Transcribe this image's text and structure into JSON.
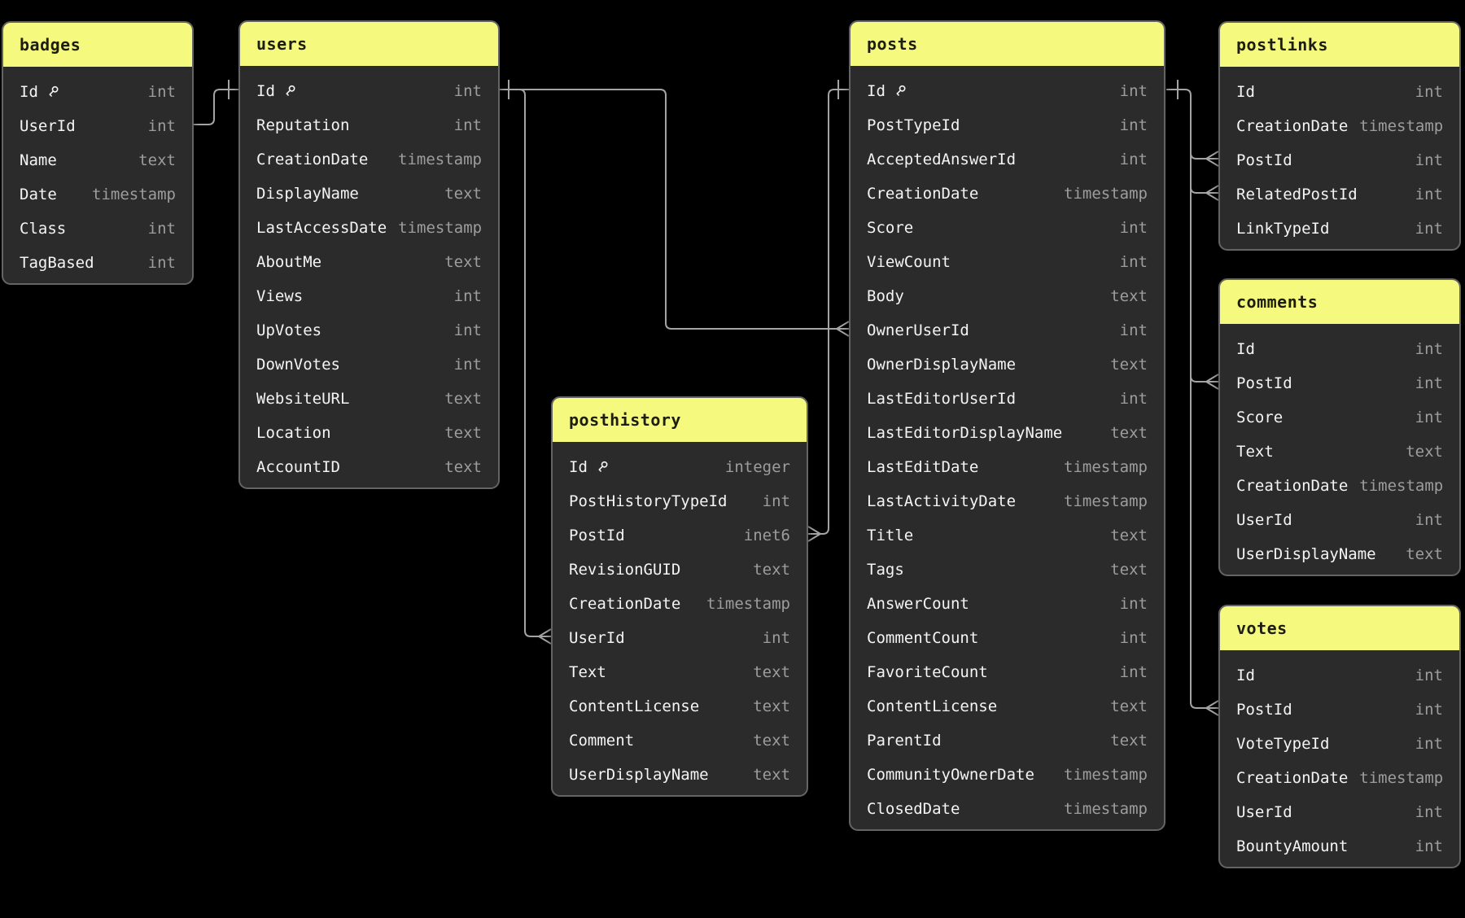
{
  "diagram": {
    "kind": "entity-relationship-schema",
    "colors": {
      "background": "#000000",
      "header_fill": "#f5f97e",
      "header_text": "#1d1d12",
      "card_fill": "#2b2b2b",
      "card_border": "#646464",
      "name_text": "#f4f4f4",
      "type_text": "#9d9d9d",
      "connector": "#a4a4a4"
    },
    "tables": [
      {
        "title": "badges",
        "columns": [
          {
            "name": "Id",
            "type": "int",
            "key": true
          },
          {
            "name": "UserId",
            "type": "int",
            "key": false
          },
          {
            "name": "Name",
            "type": "text",
            "key": false
          },
          {
            "name": "Date",
            "type": "timestamp",
            "key": false
          },
          {
            "name": "Class",
            "type": "int",
            "key": false
          },
          {
            "name": "TagBased",
            "type": "int",
            "key": false
          }
        ]
      },
      {
        "title": "users",
        "columns": [
          {
            "name": "Id",
            "type": "int",
            "key": true
          },
          {
            "name": "Reputation",
            "type": "int",
            "key": false
          },
          {
            "name": "CreationDate",
            "type": "timestamp",
            "key": false
          },
          {
            "name": "DisplayName",
            "type": "text",
            "key": false
          },
          {
            "name": "LastAccessDate",
            "type": "timestamp",
            "key": false
          },
          {
            "name": "AboutMe",
            "type": "text",
            "key": false
          },
          {
            "name": "Views",
            "type": "int",
            "key": false
          },
          {
            "name": "UpVotes",
            "type": "int",
            "key": false
          },
          {
            "name": "DownVotes",
            "type": "int",
            "key": false
          },
          {
            "name": "WebsiteURL",
            "type": "text",
            "key": false
          },
          {
            "name": "Location",
            "type": "text",
            "key": false
          },
          {
            "name": "AccountID",
            "type": "text",
            "key": false
          }
        ]
      },
      {
        "title": "posthistory",
        "columns": [
          {
            "name": "Id",
            "type": "integer",
            "key": true
          },
          {
            "name": "PostHistoryTypeId",
            "type": "int",
            "key": false
          },
          {
            "name": "PostId",
            "type": "inet6",
            "key": false
          },
          {
            "name": "RevisionGUID",
            "type": "text",
            "key": false
          },
          {
            "name": "CreationDate",
            "type": "timestamp",
            "key": false
          },
          {
            "name": "UserId",
            "type": "int",
            "key": false
          },
          {
            "name": "Text",
            "type": "text",
            "key": false
          },
          {
            "name": "ContentLicense",
            "type": "text",
            "key": false
          },
          {
            "name": "Comment",
            "type": "text",
            "key": false
          },
          {
            "name": "UserDisplayName",
            "type": "text",
            "key": false
          }
        ]
      },
      {
        "title": "posts",
        "columns": [
          {
            "name": "Id",
            "type": "int",
            "key": true
          },
          {
            "name": "PostTypeId",
            "type": "int",
            "key": false
          },
          {
            "name": "AcceptedAnswerId",
            "type": "int",
            "key": false
          },
          {
            "name": "CreationDate",
            "type": "timestamp",
            "key": false
          },
          {
            "name": "Score",
            "type": "int",
            "key": false
          },
          {
            "name": "ViewCount",
            "type": "int",
            "key": false
          },
          {
            "name": "Body",
            "type": "text",
            "key": false
          },
          {
            "name": "OwnerUserId",
            "type": "int",
            "key": false
          },
          {
            "name": "OwnerDisplayName",
            "type": "text",
            "key": false
          },
          {
            "name": "LastEditorUserId",
            "type": "int",
            "key": false
          },
          {
            "name": "LastEditorDisplayName",
            "type": "text",
            "key": false
          },
          {
            "name": "LastEditDate",
            "type": "timestamp",
            "key": false
          },
          {
            "name": "LastActivityDate",
            "type": "timestamp",
            "key": false
          },
          {
            "name": "Title",
            "type": "text",
            "key": false
          },
          {
            "name": "Tags",
            "type": "text",
            "key": false
          },
          {
            "name": "AnswerCount",
            "type": "int",
            "key": false
          },
          {
            "name": "CommentCount",
            "type": "int",
            "key": false
          },
          {
            "name": "FavoriteCount",
            "type": "int",
            "key": false
          },
          {
            "name": "ContentLicense",
            "type": "text",
            "key": false
          },
          {
            "name": "ParentId",
            "type": "text",
            "key": false
          },
          {
            "name": "CommunityOwnerDate",
            "type": "timestamp",
            "key": false
          },
          {
            "name": "ClosedDate",
            "type": "timestamp",
            "key": false
          }
        ]
      },
      {
        "title": "postlinks",
        "columns": [
          {
            "name": "Id",
            "type": "int",
            "key": false
          },
          {
            "name": "CreationDate",
            "type": "timestamp",
            "key": false
          },
          {
            "name": "PostId",
            "type": "int",
            "key": false
          },
          {
            "name": "RelatedPostId",
            "type": "int",
            "key": false
          },
          {
            "name": "LinkTypeId",
            "type": "int",
            "key": false
          }
        ]
      },
      {
        "title": "comments",
        "columns": [
          {
            "name": "Id",
            "type": "int",
            "key": false
          },
          {
            "name": "PostId",
            "type": "int",
            "key": false
          },
          {
            "name": "Score",
            "type": "int",
            "key": false
          },
          {
            "name": "Text",
            "type": "text",
            "key": false
          },
          {
            "name": "CreationDate",
            "type": "timestamp",
            "key": false
          },
          {
            "name": "UserId",
            "type": "int",
            "key": false
          },
          {
            "name": "UserDisplayName",
            "type": "text",
            "key": false
          }
        ]
      },
      {
        "title": "votes",
        "columns": [
          {
            "name": "Id",
            "type": "int",
            "key": false
          },
          {
            "name": "PostId",
            "type": "int",
            "key": false
          },
          {
            "name": "VoteTypeId",
            "type": "int",
            "key": false
          },
          {
            "name": "CreationDate",
            "type": "timestamp",
            "key": false
          },
          {
            "name": "UserId",
            "type": "int",
            "key": false
          },
          {
            "name": "BountyAmount",
            "type": "int",
            "key": false
          }
        ]
      }
    ],
    "relations": [
      {
        "from": "badges.UserId",
        "to": "users.Id",
        "from_cardinality": "none",
        "to_cardinality": "one"
      },
      {
        "from": "posthistory.UserId",
        "to": "users.Id",
        "from_cardinality": "many",
        "to_cardinality": "one"
      },
      {
        "from": "posts.OwnerUserId",
        "to": "users.Id",
        "from_cardinality": "many",
        "to_cardinality": "one"
      },
      {
        "from": "posthistory.PostId",
        "to": "posts.Id",
        "from_cardinality": "many",
        "to_cardinality": "one"
      },
      {
        "from": "postlinks.PostId",
        "to": "posts.Id",
        "from_cardinality": "many",
        "to_cardinality": "one"
      },
      {
        "from": "postlinks.RelatedPostId",
        "to": "posts.Id",
        "from_cardinality": "many",
        "to_cardinality": "one"
      },
      {
        "from": "comments.PostId",
        "to": "posts.Id",
        "from_cardinality": "many",
        "to_cardinality": "one"
      },
      {
        "from": "votes.PostId",
        "to": "posts.Id",
        "from_cardinality": "many",
        "to_cardinality": "one"
      }
    ]
  }
}
